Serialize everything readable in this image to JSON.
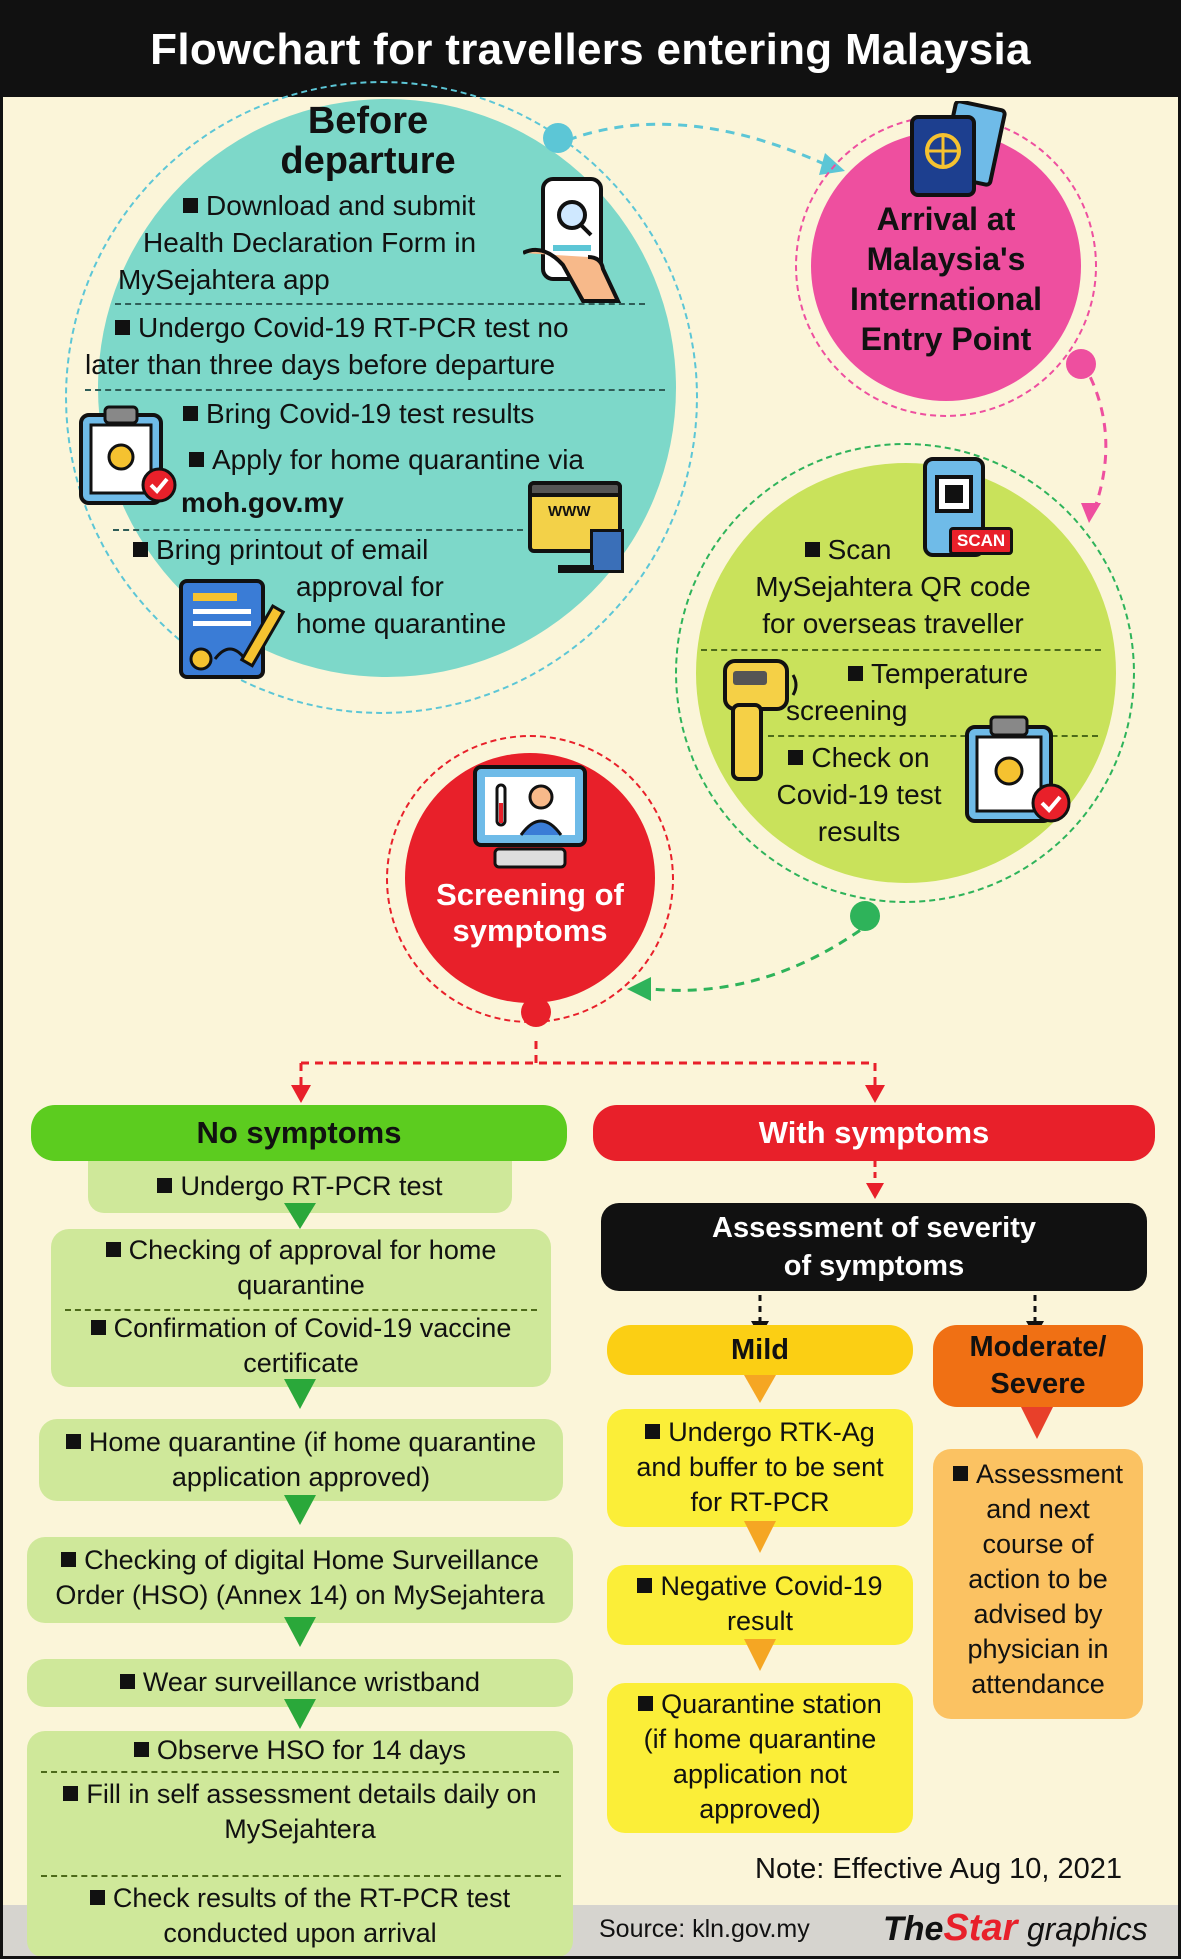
{
  "title": "Flowchart for travellers entering Malaysia",
  "before_departure": {
    "heading_line1": "Before",
    "heading_line2": "departure",
    "item1_line1": "Download and submit",
    "item1_line2": "Health Declaration Form in",
    "item1_line3": "MySejahtera app",
    "item2_line1": "Undergo Covid-19 RT-PCR test no",
    "item2_line2": "later than three days before departure",
    "item3": "Bring Covid-19 test results",
    "item4_line1": "Apply for home quarantine via",
    "item4_line2": "moh.gov.my",
    "item5_line1": "Bring printout of email",
    "item5_line2": "approval for",
    "item5_line3": "home quarantine",
    "www_label": "WWW"
  },
  "arrival": {
    "line1": "Arrival at",
    "line2": "Malaysia's",
    "line3": "International",
    "line4": "Entry Point"
  },
  "entry_checks": {
    "scan_line1": "Scan",
    "scan_line2": "MySejahtera QR code",
    "scan_line3": "for overseas traveller",
    "scan_badge": "SCAN",
    "temp_line1": "Temperature",
    "temp_line2": "screening",
    "check_line1": "Check on",
    "check_line2": "Covid-19 test",
    "check_line3": "results"
  },
  "screening": {
    "line1": "Screening of",
    "line2": "symptoms"
  },
  "no_symptoms": {
    "header": "No symptoms",
    "step1": "Undergo RT-PCR test",
    "step2a_line1": "Checking of approval for home",
    "step2a_line2": "quarantine",
    "step2b_line1": "Confirmation of Covid-19 vaccine",
    "step2b_line2": "certificate",
    "step3_line1": "Home quarantine (if home quarantine",
    "step3_line2": "application approved)",
    "step4_line1": "Checking of digital Home Surveillance",
    "step4_line2": "Order (HSO) (Annex 14) on MySejahtera",
    "step5": "Wear surveillance wristband",
    "step6a": "Observe HSO for 14 days",
    "step6b_line1": "Fill in self assessment details daily on",
    "step6b_line2": "MySejahtera",
    "step6c_line1": "Check results of the RT-PCR test",
    "step6c_line2": "conducted upon arrival"
  },
  "with_symptoms": {
    "header": "With symptoms",
    "assessment_line1": "Assessment of severity",
    "assessment_line2": "of symptoms",
    "mild_header": "Mild",
    "mild1_line1": "Undergo RTK-Ag",
    "mild1_line2": "and buffer to be sent",
    "mild1_line3": "for RT-PCR",
    "mild2_line1": "Negative Covid-19",
    "mild2_line2": "result",
    "mild3_line1": "Quarantine station",
    "mild3_line2": "(if home quarantine",
    "mild3_line3": "application not",
    "mild3_line4": "approved)",
    "severe_header_line1": "Moderate/",
    "severe_header_line2": "Severe",
    "severe_line1": "Assessment",
    "severe_line2": "and next",
    "severe_line3": "course of",
    "severe_line4": "action to be",
    "severe_line5": "advised by",
    "severe_line6": "physician in",
    "severe_line7": "attendance"
  },
  "note": "Note: Effective Aug 10, 2021",
  "source": "Source: kln.gov.my",
  "brand_the": "The",
  "brand_star": "Star",
  "brand_graphics": "graphics",
  "colors": {
    "background": "#fbf5d9",
    "teal": "#7dd8c9",
    "pink": "#ee4f9f",
    "lime": "#c9e25b",
    "red": "#e8202a",
    "green_header": "#5ccc1f",
    "green_box": "#cfe89a",
    "yellow_header": "#fbcf14",
    "yellow_box": "#fbee38",
    "orange_header": "#f07014",
    "orange_box": "#fbc262"
  },
  "icons": [
    "phone-search-icon",
    "clipboard-virus-icon",
    "www-screen-icon",
    "signed-document-icon",
    "passport-icon",
    "qr-scan-phone-icon",
    "thermometer-gun-icon",
    "doctor-screen-icon"
  ]
}
